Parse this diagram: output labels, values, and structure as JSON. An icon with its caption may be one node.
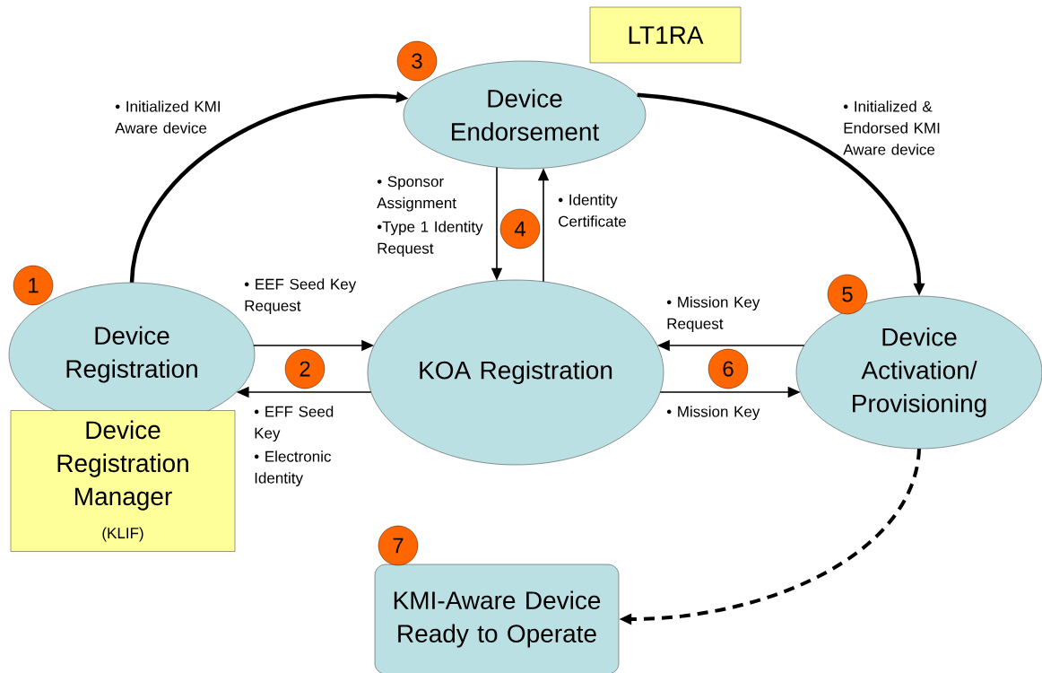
{
  "diagram": {
    "nodes": [
      {
        "text": [
          "Device Endorsement"
        ]
      },
      {
        "text": [
          "LT1RA"
        ]
      },
      {
        "text": [
          "Device Registration"
        ]
      },
      {
        "text": [
          "Device Registration Manager",
          "(KLIF)"
        ]
      },
      {
        "text": [
          "KOA Registration"
        ]
      },
      {
        "text": [
          "Device Activation/ Provisioning"
        ]
      },
      {
        "text": [
          "KMI-Aware Device Ready to Operate"
        ]
      },
      {
        "text": [
          "1"
        ]
      },
      {
        "text": [
          "2"
        ]
      },
      {
        "text": [
          "3"
        ]
      },
      {
        "text": [
          "4"
        ]
      },
      {
        "text": [
          "5"
        ]
      },
      {
        "text": [
          "6"
        ]
      },
      {
        "text": [
          "7"
        ]
      }
    ],
    "edges": [
      {
        "from": 2,
        "to": 0,
        "arrow": "to",
        "label": "• Initialized KMI Aware device",
        "style": "thick"
      },
      {
        "from": 0,
        "to": 5,
        "arrow": "to",
        "label": "• Initialized & Endorsed KMI Aware device",
        "style": "thick"
      },
      {
        "from": 2,
        "to": 4,
        "arrow": "to",
        "label": "• EEF Seed Key Request"
      },
      {
        "from": 4,
        "to": 2,
        "arrow": "to",
        "label": "• EFF Seed Key"
      },
      {
        "from": 0,
        "to": 4,
        "arrow": "to",
        "label": "• Sponsor Assignment"
      },
      {
        "from": 4,
        "to": 0,
        "arrow": "to",
        "label": "• Identity Certificate"
      },
      {
        "from": 5,
        "to": 4,
        "arrow": "to",
        "label": "• Mission Key Request"
      },
      {
        "from": 4,
        "to": 5,
        "arrow": "to",
        "label": "• Mission Key"
      },
      {
        "from": 5,
        "to": 6,
        "arrow": "to",
        "style": "dashed"
      }
    ],
    "labels": [
      "•Type 1 Identity Request",
      "• Electronic Identity"
    ]
  }
}
